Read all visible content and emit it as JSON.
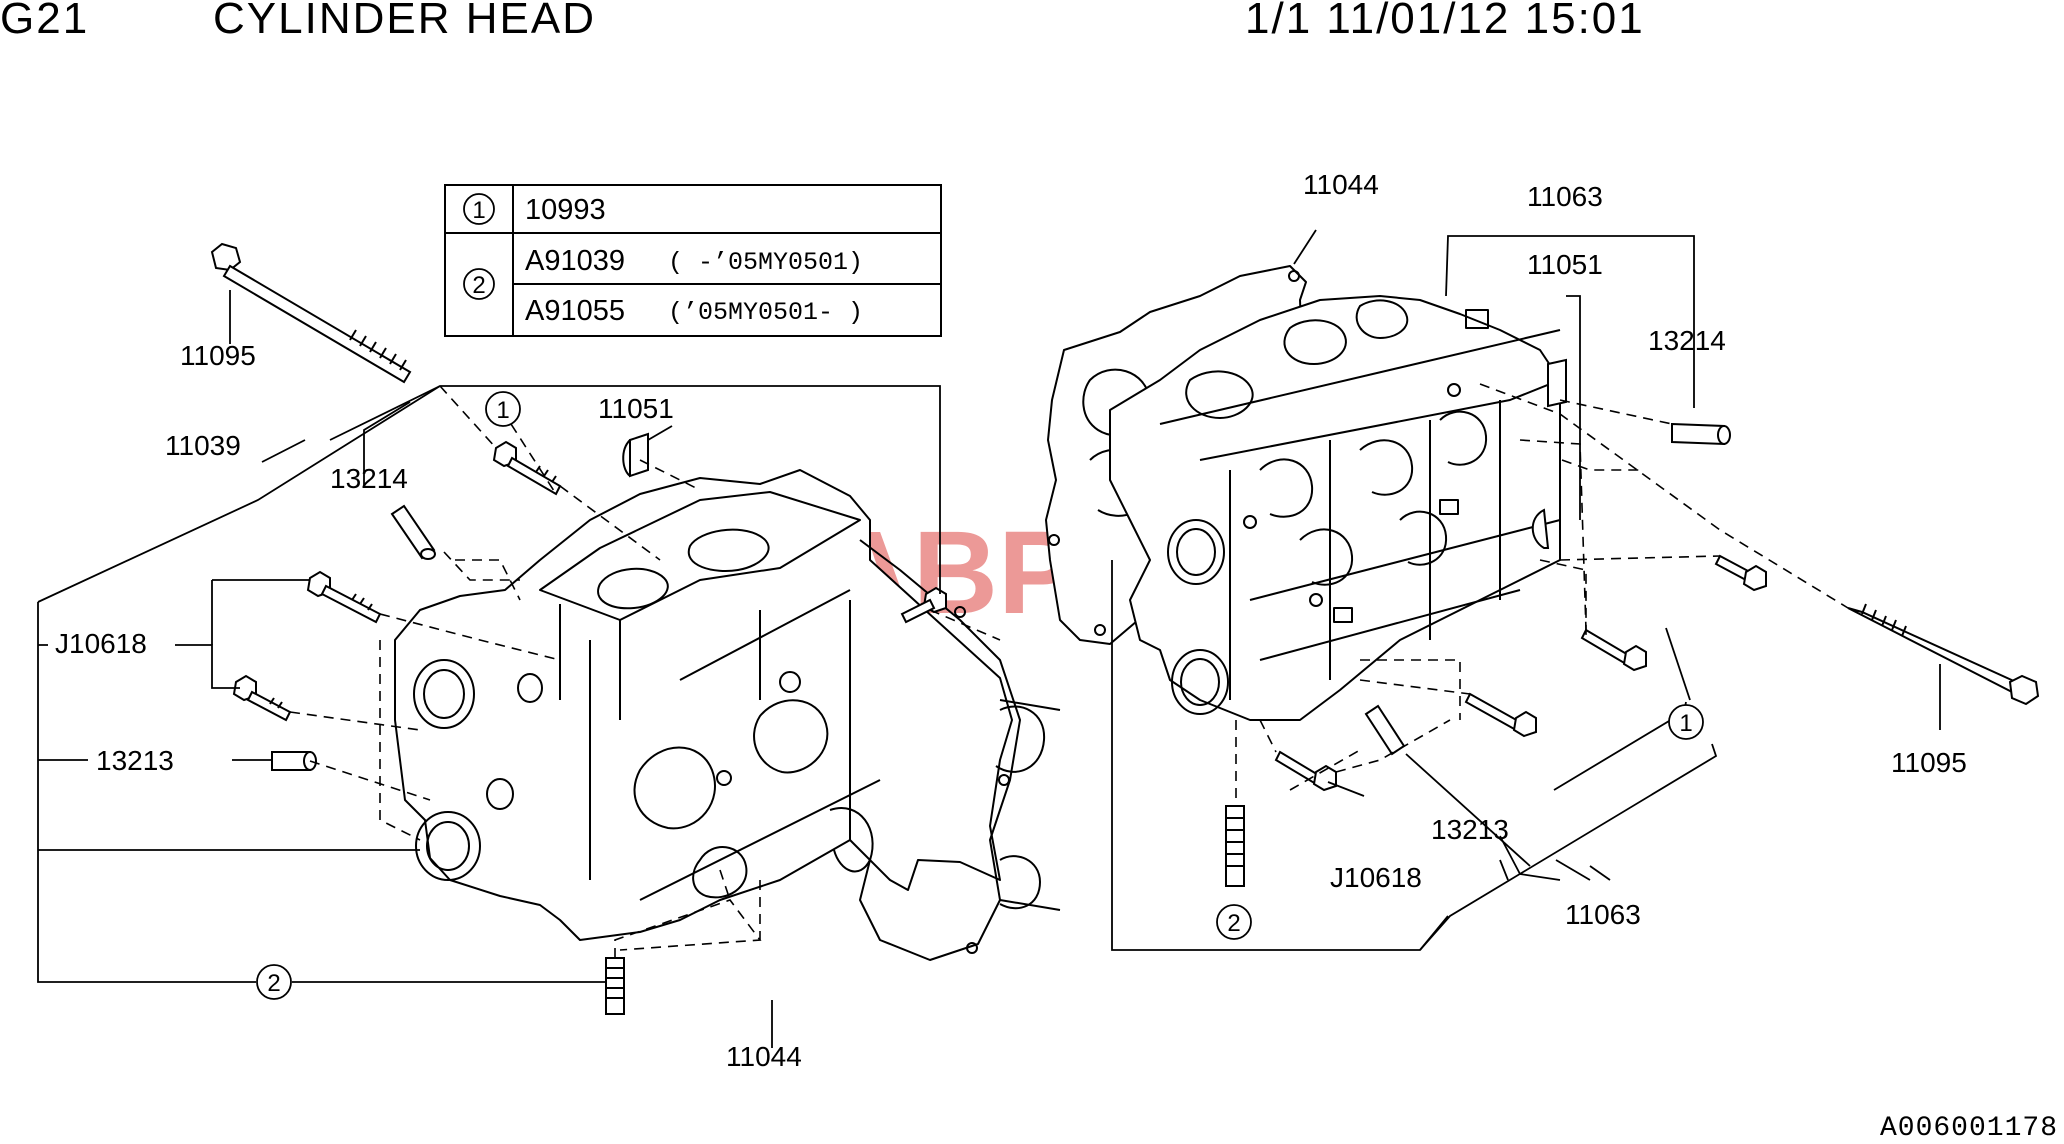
{
  "header": {
    "code": "G21",
    "title": "CYLINDER HEAD",
    "meta": "1/1 11/01/12 15:01"
  },
  "legend": {
    "rows": [
      {
        "marker": "1",
        "part": "10993",
        "note": ""
      },
      {
        "marker": "2",
        "part": "A91039",
        "note": "( -’05MY0501)"
      },
      {
        "marker": "",
        "part": "A91055",
        "note": "(’05MY0501- )"
      }
    ]
  },
  "callouts": {
    "left": {
      "bolt_long": "11095",
      "head_assy": "11039",
      "dowel_upper": "13214",
      "plug": "11051",
      "bolt_set": "J10618",
      "dowel_lower": "13213",
      "gasket": "11044",
      "marker_1": "1",
      "marker_2": "2"
    },
    "right": {
      "gasket": "11044",
      "head_top": "11063",
      "plug": "11051",
      "dowel_upper": "13214",
      "marker_1": "1",
      "bolt_long": "11095",
      "dowel_lower": "13213",
      "bolt_set": "J10618",
      "head_bottom": "11063",
      "marker_2": "2"
    }
  },
  "watermark": "eSAABPARTS",
  "doc_id": "A006001178",
  "colors": {
    "line": "#000000",
    "watermark": "#e0504e",
    "background": "#ffffff"
  }
}
